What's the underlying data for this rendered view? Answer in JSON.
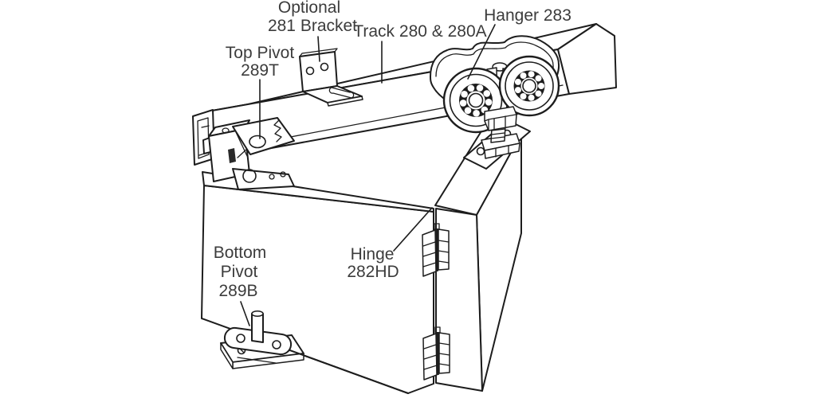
{
  "diagram": {
    "description": "Line-art hardware diagram of a bifold door system showing track, hanger, pivots, bracket and hinges",
    "colors": {
      "background": "#ffffff",
      "line": "#1d1d1d",
      "text": "#3c3c3c"
    },
    "labels": {
      "optional_bracket": {
        "line1": "Optional",
        "line2": "281 Bracket"
      },
      "track": {
        "text": "Track 280 & 280A"
      },
      "hanger": {
        "text": "Hanger 283"
      },
      "top_pivot": {
        "line1": "Top Pivot",
        "line2": "289T"
      },
      "hinge": {
        "line1": "Hinge",
        "line2": "282HD"
      },
      "bottom_pivot": {
        "line1": "Bottom",
        "line2": "Pivot",
        "line3": "289B"
      }
    }
  }
}
